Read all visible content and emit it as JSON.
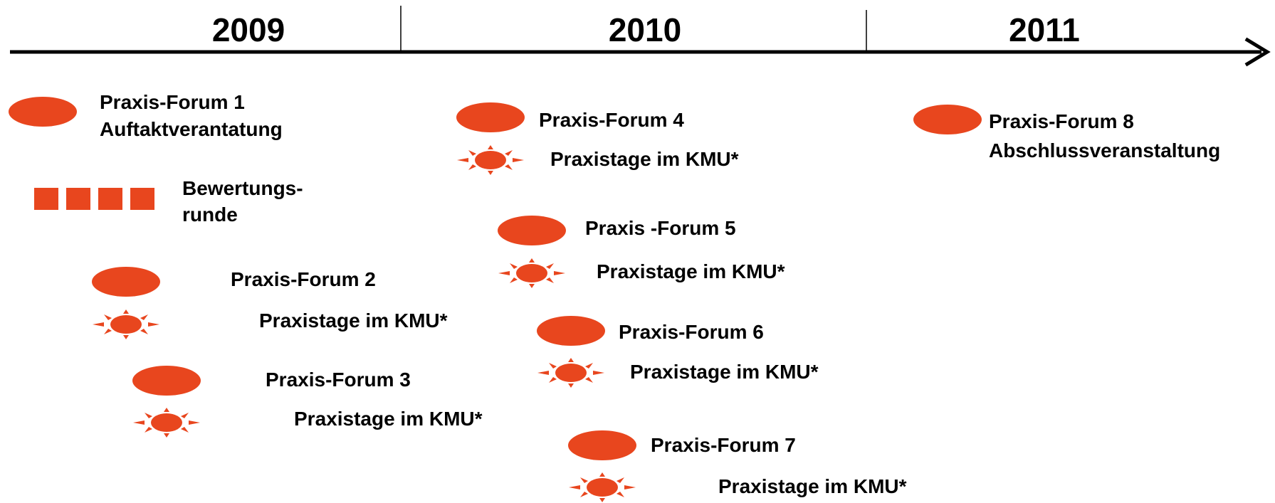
{
  "colors": {
    "accent": "#e8461e",
    "axis": "#000000",
    "text": "#000000"
  },
  "timeline": {
    "years": [
      "2009",
      "2010",
      "2011"
    ]
  },
  "events": {
    "forum_1": {
      "line1": "Praxis-Forum 1",
      "line2": "Auftaktverantatung"
    },
    "rating_round": {
      "line1": "Bewertungs-",
      "line2": "runde"
    },
    "forum_2": {
      "label": "Praxis-Forum 2"
    },
    "practice_2": {
      "label": "Praxistage im KMU*"
    },
    "forum_3": {
      "label": "Praxis-Forum 3"
    },
    "practice_3": {
      "label": "Praxistage im KMU*"
    },
    "forum_4": {
      "label": "Praxis-Forum 4"
    },
    "practice_4": {
      "label": "Praxistage im KMU*"
    },
    "forum_5": {
      "label": "Praxis -Forum 5"
    },
    "practice_5": {
      "label": "Praxistage im KMU*"
    },
    "forum_6": {
      "label": "Praxis-Forum 6"
    },
    "practice_6": {
      "label": "Praxistage im KMU*"
    },
    "forum_7": {
      "label": "Praxis-Forum 7"
    },
    "practice_7": {
      "label": "Praxistage im KMU*"
    },
    "forum_8": {
      "line1": "Praxis-Forum 8",
      "line2": "Abschlussveranstaltung"
    }
  }
}
